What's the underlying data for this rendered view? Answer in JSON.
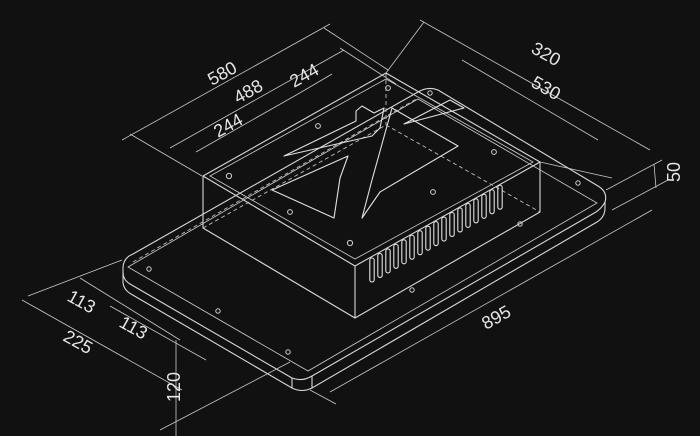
{
  "dimensions": {
    "d580": "580",
    "d488": "488",
    "d244a": "244",
    "d244b": "244",
    "d320": "320",
    "d530": "530",
    "d50": "50",
    "d895": "895",
    "d113a": "113",
    "d113b": "113",
    "d225": "225",
    "d120": "120"
  },
  "colors": {
    "background": "#111111",
    "lines": "#d8d8d8"
  }
}
